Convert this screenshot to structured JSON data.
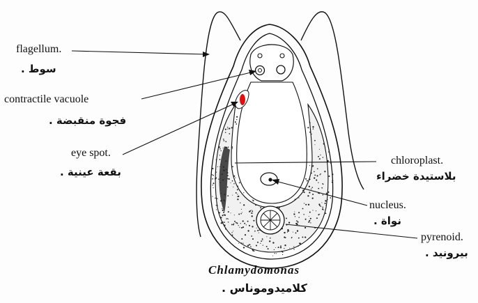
{
  "title": {
    "latin": "Chlamydomonas",
    "arabic": "كلاميدوموناس ."
  },
  "labels": {
    "flagellum": {
      "en": "flagellum.",
      "ar": "سوط ."
    },
    "contractile_vacuole": {
      "en": "contractile vacuole",
      "ar": "فجوة منقبضة ."
    },
    "eye_spot": {
      "en": "eye spot.",
      "ar": "بقعة عينية ."
    },
    "chloroplast": {
      "en": "chloroplast.",
      "ar": "بلاستيدة خضراء"
    },
    "nucleus": {
      "en": "nucleus.",
      "ar": "نواة ."
    },
    "pyrenoid": {
      "en": "pyrenoid.",
      "ar": "بيرونيد ."
    }
  },
  "colors": {
    "eye_spot": "#e01010",
    "ink": "#111111",
    "stipple": "#222222"
  }
}
